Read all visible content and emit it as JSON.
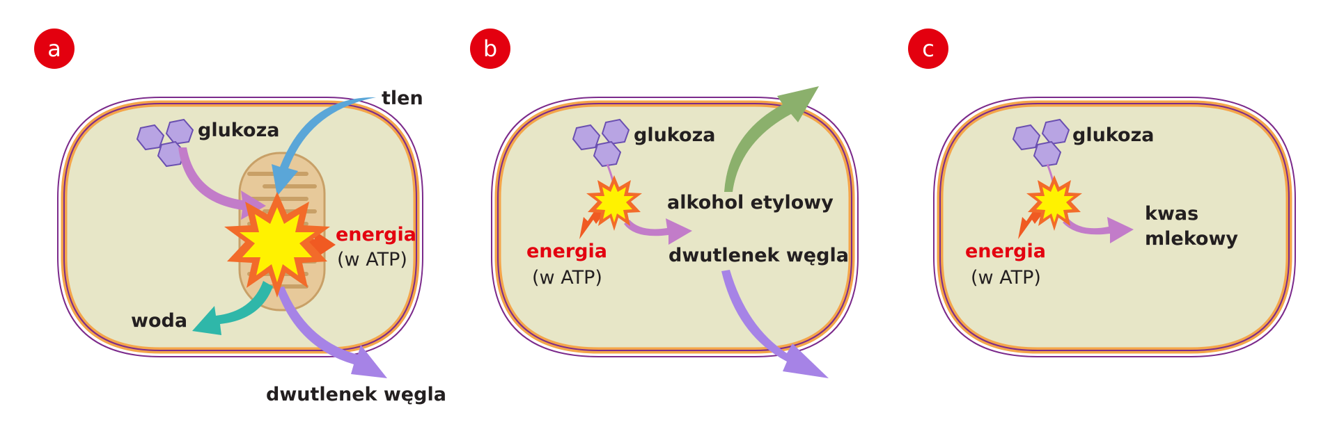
{
  "colors": {
    "badge": "#e3000f",
    "cell_fill": "#e7e6c7",
    "cell_membrane": "#f4a54a",
    "cell_outline": "#7b2a8b",
    "glucose": "#b8a4e3",
    "mitochondrion": "#e7c99a",
    "oxygen_arrow": "#5aa6d8",
    "water_arrow": "#2fb7a9",
    "co2_arrow": "#a683e6",
    "ethanol_arrow": "#8bb06c",
    "product_arrow": "#c27cc9",
    "energy_arrow": "#f05a22",
    "burst_outer": "#f26b2a",
    "burst_inner": "#fff200",
    "energy_text": "#e3000f"
  },
  "panels": [
    {
      "badge": "a",
      "labels": {
        "glucose": "glukoza",
        "oxygen": "tlen",
        "energy": "energia",
        "energy_note": "(w ATP)",
        "water": "woda",
        "co2": "dwutlenek węgla"
      }
    },
    {
      "badge": "b",
      "labels": {
        "glucose": "glukoza",
        "ethanol": "alkohol etylowy",
        "energy": "energia",
        "energy_note": "(w ATP)",
        "co2": "dwutlenek węgla"
      }
    },
    {
      "badge": "c",
      "labels": {
        "glucose": "glukoza",
        "lactic_line1": "kwas",
        "lactic_line2": "mlekowy",
        "energy": "energia",
        "energy_note": "(w ATP)"
      }
    }
  ]
}
